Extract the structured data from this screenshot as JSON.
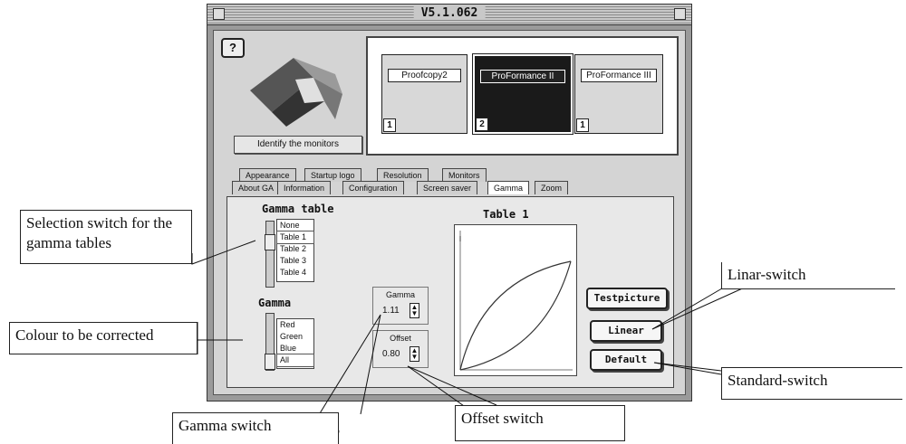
{
  "window": {
    "title": "V5.1.062"
  },
  "header": {
    "help_label": "?",
    "identify_button": "Identify the monitors"
  },
  "monitors": [
    {
      "label": "Proofcopy2",
      "number": "1"
    },
    {
      "label": "ProFormance II",
      "number": "2"
    },
    {
      "label": "ProFormance III",
      "number": "1"
    }
  ],
  "tabs": {
    "row1": [
      "Appearance",
      "Startup logo",
      "Resolution",
      "Monitors"
    ],
    "row2": [
      "About GA",
      "Information",
      "Configuration",
      "Screen saver",
      "Gamma",
      "Zoom"
    ],
    "active": "Gamma"
  },
  "gamma_table": {
    "heading": "Gamma table",
    "items": [
      "None",
      "Table 1",
      "Table 2",
      "Table 3",
      "Table 4"
    ],
    "selected": "Table 1"
  },
  "gamma_color": {
    "heading": "Gamma",
    "items": [
      "Red",
      "Green",
      "Blue",
      "All"
    ],
    "selected": "All"
  },
  "gamma_value": {
    "label": "Gamma",
    "value": "1.11"
  },
  "offset_value": {
    "label": "Offset",
    "value": "0.80"
  },
  "graph": {
    "title": "Table 1"
  },
  "buttons": {
    "testpicture": "Testpicture",
    "linear": "Linear",
    "default": "Default"
  },
  "callouts": {
    "selection": "Selection switch for the gamma tables",
    "colour": "Colour to be corrected",
    "gamma": "Gamma switch",
    "offset": "Offset switch",
    "linear": "Linar-switch",
    "standard": "Standard-switch"
  }
}
